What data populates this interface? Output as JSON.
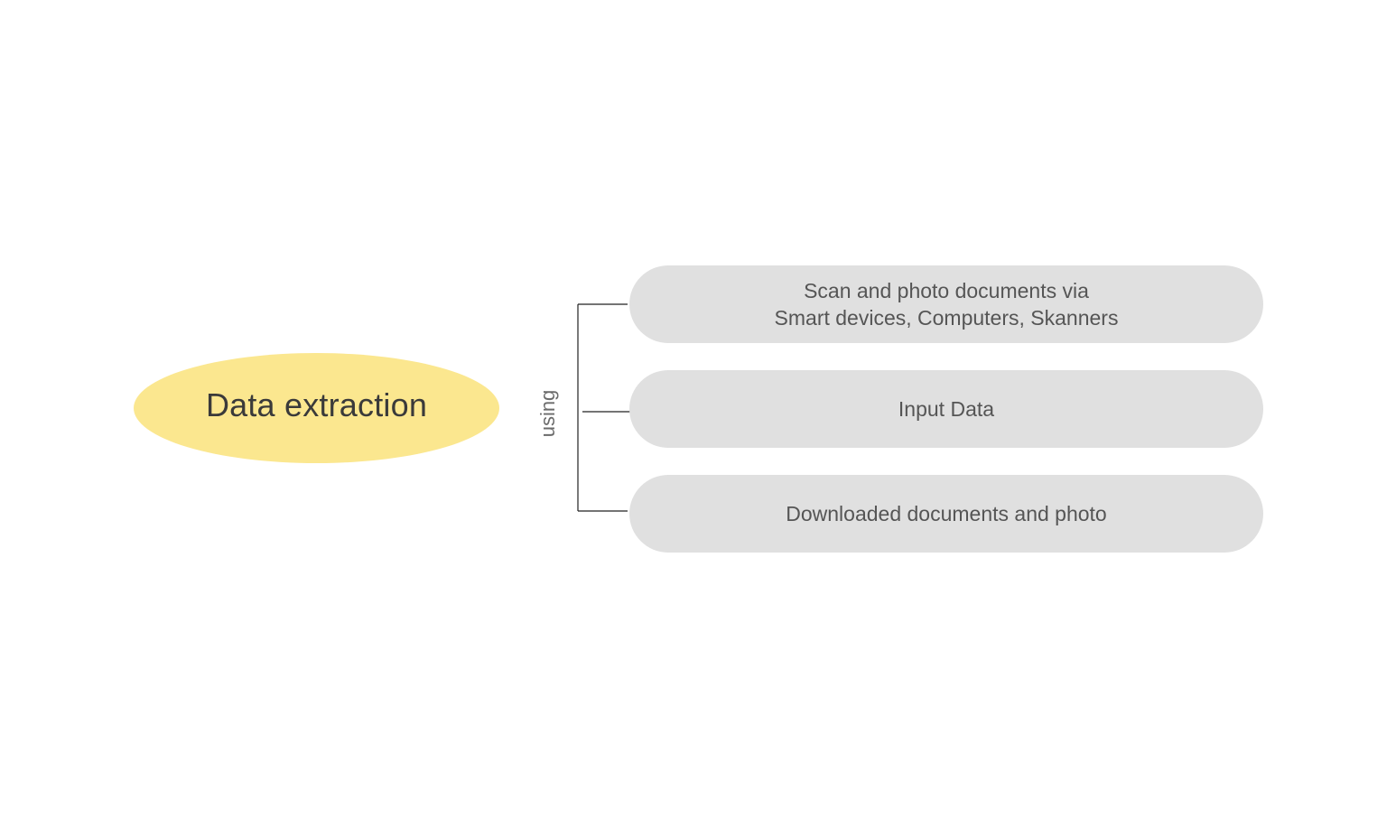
{
  "diagram": {
    "root": {
      "label": "Data extraction",
      "color": "#fbe78f"
    },
    "relation": {
      "label": "using"
    },
    "children": [
      {
        "label": "Scan and photo documents via\nSmart devices, Computers, Skanners"
      },
      {
        "label": "Input Data"
      },
      {
        "label": "Downloaded documents and photo"
      }
    ],
    "child_color": "#e0e0e0",
    "line_color": "#222222"
  }
}
